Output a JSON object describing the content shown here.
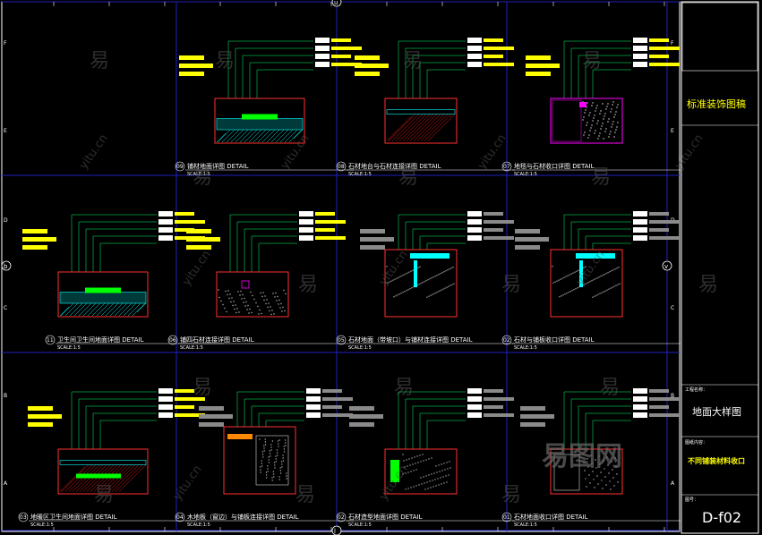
{
  "grid": {
    "row_letters": [
      "F",
      "E",
      "D",
      "C",
      "B",
      "A"
    ],
    "col_letters": [
      "b",
      "v"
    ],
    "top_marker": "u",
    "bottom_marker": "l"
  },
  "details": [
    {
      "num": "09",
      "title": "铺材地面详图 DETAIL",
      "scale": "SCALE:1:5"
    },
    {
      "num": "08",
      "title": "石材地台与石材连接详图 DETAIL",
      "scale": "SCALE:1:5"
    },
    {
      "num": "07",
      "title": "地毯与石材收口详图 DETAIL",
      "scale": "SCALE:1:5"
    },
    {
      "num": "11",
      "title": "卫生间卫生间地面详图 DETAIL",
      "scale": "SCALE:1:5"
    },
    {
      "num": "06",
      "title": "铺四石材连接详图 DETAIL",
      "scale": "SCALE:1:5"
    },
    {
      "num": "05",
      "title": "石材地面（带坡口）与铺材连接详图 DETAIL",
      "scale": "SCALE:1:5"
    },
    {
      "num": "02",
      "title": "石材与铺板收口详图 DETAIL",
      "scale": "SCALE:1:5"
    },
    {
      "num": "03",
      "title": "地暖区卫生间地面详图 DETAIL",
      "scale": "SCALE:1:5"
    },
    {
      "num": "04",
      "title": "木地板（窗边）与铺板连接详图 DETAIL",
      "scale": "SCALE:1:5"
    },
    {
      "num": "02",
      "title": "石材造型地面详图 DETAIL",
      "scale": "SCALE:1:5"
    },
    {
      "num": "01",
      "title": "石材地面收口详图 DETAIL",
      "scale": "SCALE:1:5"
    }
  ],
  "title_block": {
    "company": "标准装饰图稿",
    "project_label": "工程名称：",
    "drawing_name": "地面大样图",
    "content_label": "图纸内容：",
    "content": "不同铺装材料收口",
    "number_label": "图号：",
    "drawing_number": "D-f02"
  },
  "watermarks": {
    "char": "易",
    "url": "yitu.cn",
    "logo": "易图网"
  },
  "colors": {
    "background": "#000000",
    "grid_line": "#1f1fbf",
    "frame": "#ffffff",
    "leader": "#00ff66",
    "note_fill": "#ffff00",
    "hatch": "#ff2020",
    "cyan": "#00ffff"
  }
}
